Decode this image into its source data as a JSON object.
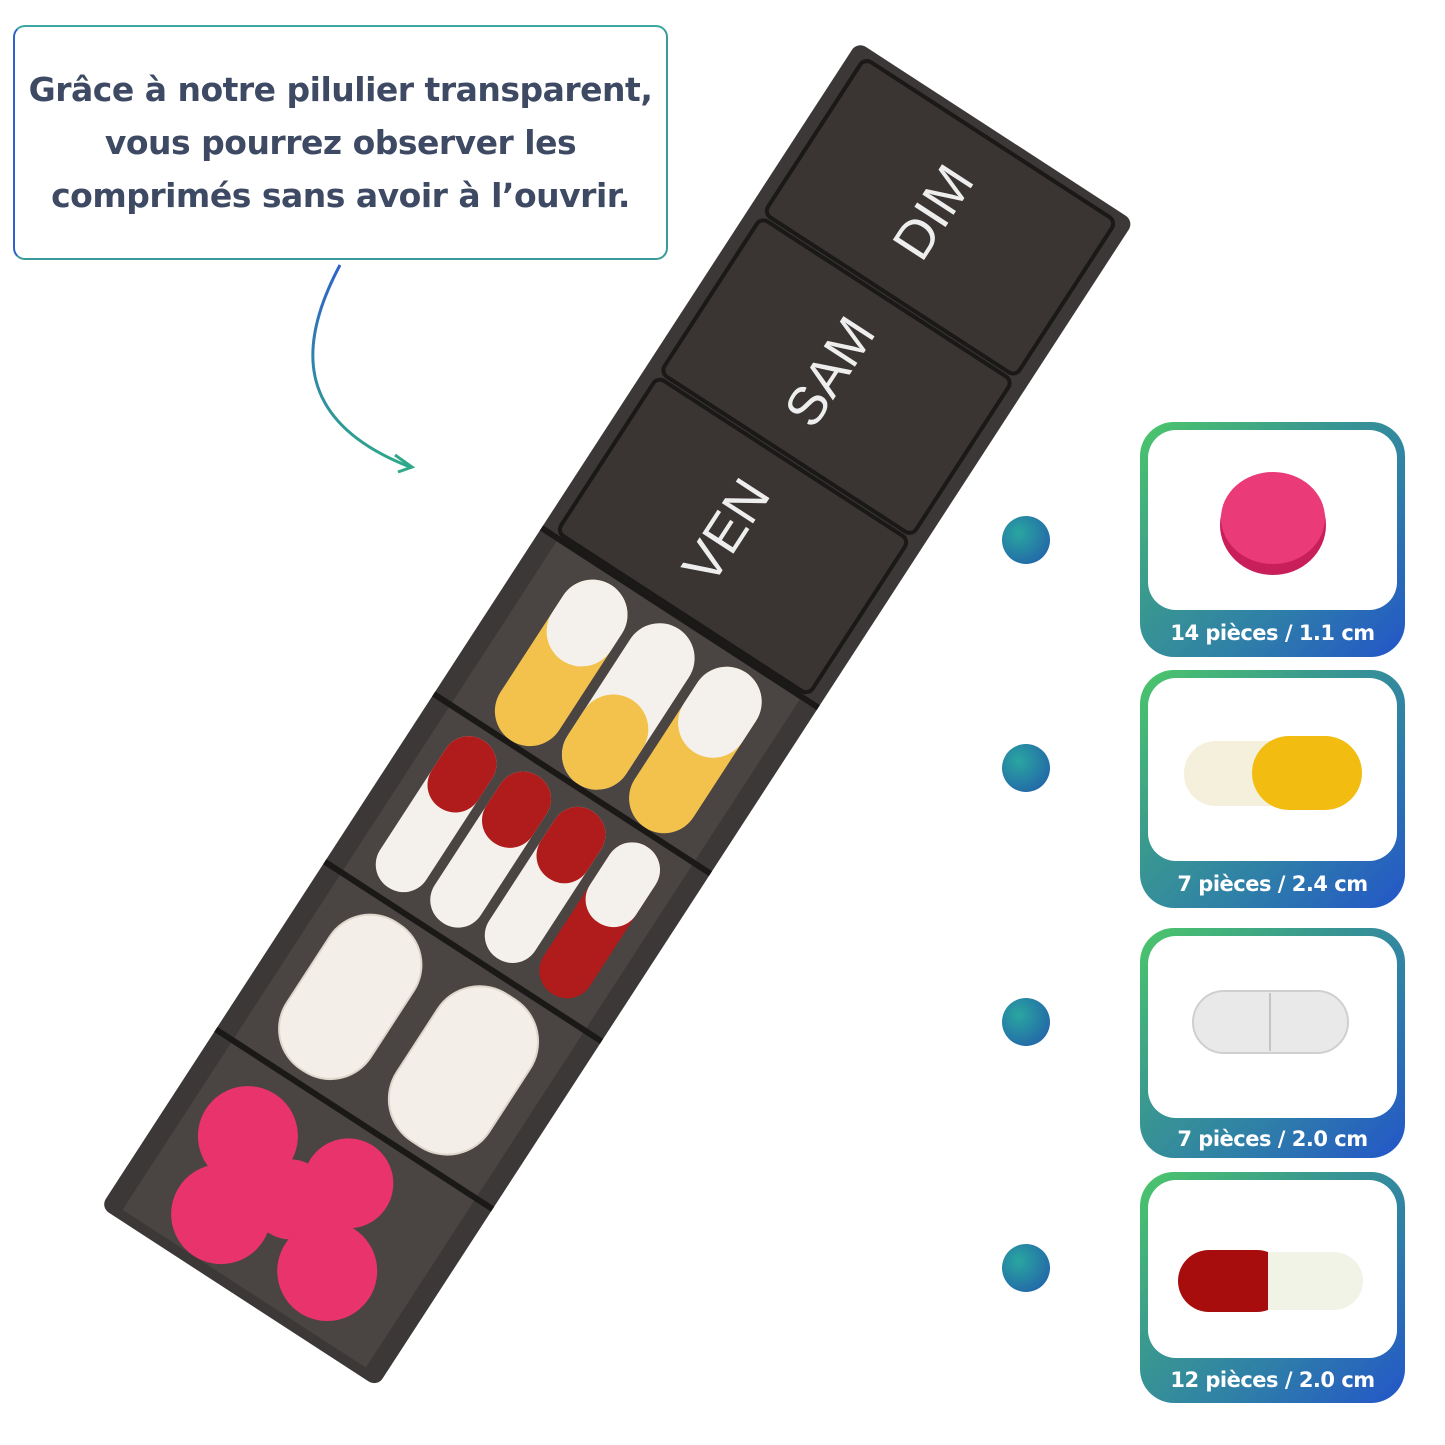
{
  "callout": {
    "text": "Grâce à notre pilulier transparent, vous pourrez observer les comprimés sans avoir à l’ouvrir."
  },
  "organizer": {
    "days": [
      "DIM",
      "SAM",
      "VEN"
    ]
  },
  "cards": [
    {
      "label": "14 pièces / 1.1 cm",
      "icon": "pink-round-tablet-icon"
    },
    {
      "label": "7 pièces / 2.4 cm",
      "icon": "yellow-white-capsule-icon"
    },
    {
      "label": "7 pièces / 2.0 cm",
      "icon": "white-oval-tablet-icon"
    },
    {
      "label": "12 pièces / 2.0 cm",
      "icon": "red-white-capsule-icon"
    }
  ],
  "colors": {
    "text": "#3e4a63",
    "green": "#4cc76a",
    "blue": "#2355c9",
    "teal": "#2f8aa0",
    "box": "#2b2727"
  }
}
